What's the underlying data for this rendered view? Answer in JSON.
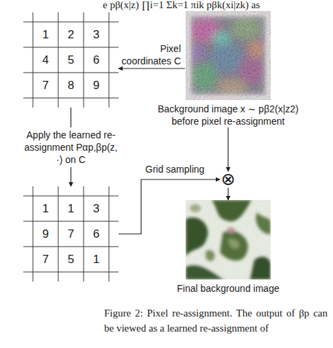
{
  "diagram": {
    "caption": "Figure 2: Pixel re-assignment. The output of βp can be viewed as a learned re-assignment of",
    "nodes": [
      {
        "text": [
          "1",
          "2",
          "3",
          "4",
          "5",
          "6",
          "7",
          "8",
          "9"
        ]
      },
      {
        "text": [
          "Background image x ∼ pβ2(x|z2) before pixel re-assignment"
        ]
      },
      {
        "text": [
          "1",
          "1",
          "3",
          "9",
          "7",
          "6",
          "7",
          "5",
          "1"
        ]
      },
      {
        "text": [
          "⊗"
        ]
      },
      {
        "text": [
          "Final background image"
        ]
      }
    ],
    "edges": [
      {
        "from": 1,
        "to": 0,
        "arrow": "to",
        "label": "Pixel coordinates C"
      },
      {
        "from": 0,
        "to": 2,
        "arrow": "to",
        "label": "Apply the learned re-assignment Pαp,βp(z, ·) on C"
      },
      {
        "from": 2,
        "to": 3,
        "arrow": "to",
        "label": "Grid sampling"
      },
      {
        "from": 1,
        "to": 3,
        "arrow": "to"
      },
      {
        "from": 3,
        "to": 4,
        "arrow": "to"
      }
    ],
    "labels": [
      "e pβ(x|z)   ∏i=1 Σk=1 πik pβk(xi|zk) as"
    ]
  }
}
